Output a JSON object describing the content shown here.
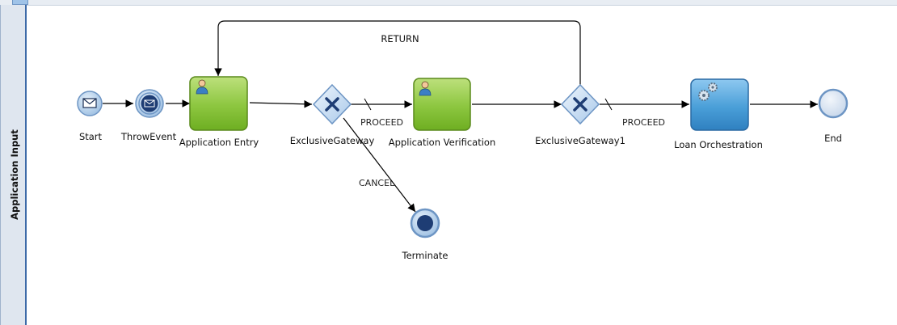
{
  "lane": {
    "title": "Application Input"
  },
  "nodes": {
    "start": "Start",
    "throw_event": "ThrowEvent",
    "application_entry": "Application Entry",
    "exclusive_gateway": "ExclusiveGateway",
    "application_verification": "Application Verification",
    "exclusive_gateway1": "ExclusiveGateway1",
    "loan_orchestration": "Loan Orchestration",
    "end": "End",
    "terminate": "Terminate"
  },
  "flows": {
    "return": "RETURN",
    "proceed1": "PROCEED",
    "proceed2": "PROCEED",
    "cancel": "CANCEL"
  },
  "colors": {
    "task_green": "#8cc63f",
    "service_blue": "#4a9fd8",
    "event_blue": "#9fc3e8",
    "lane_border": "#3d6aa8"
  }
}
